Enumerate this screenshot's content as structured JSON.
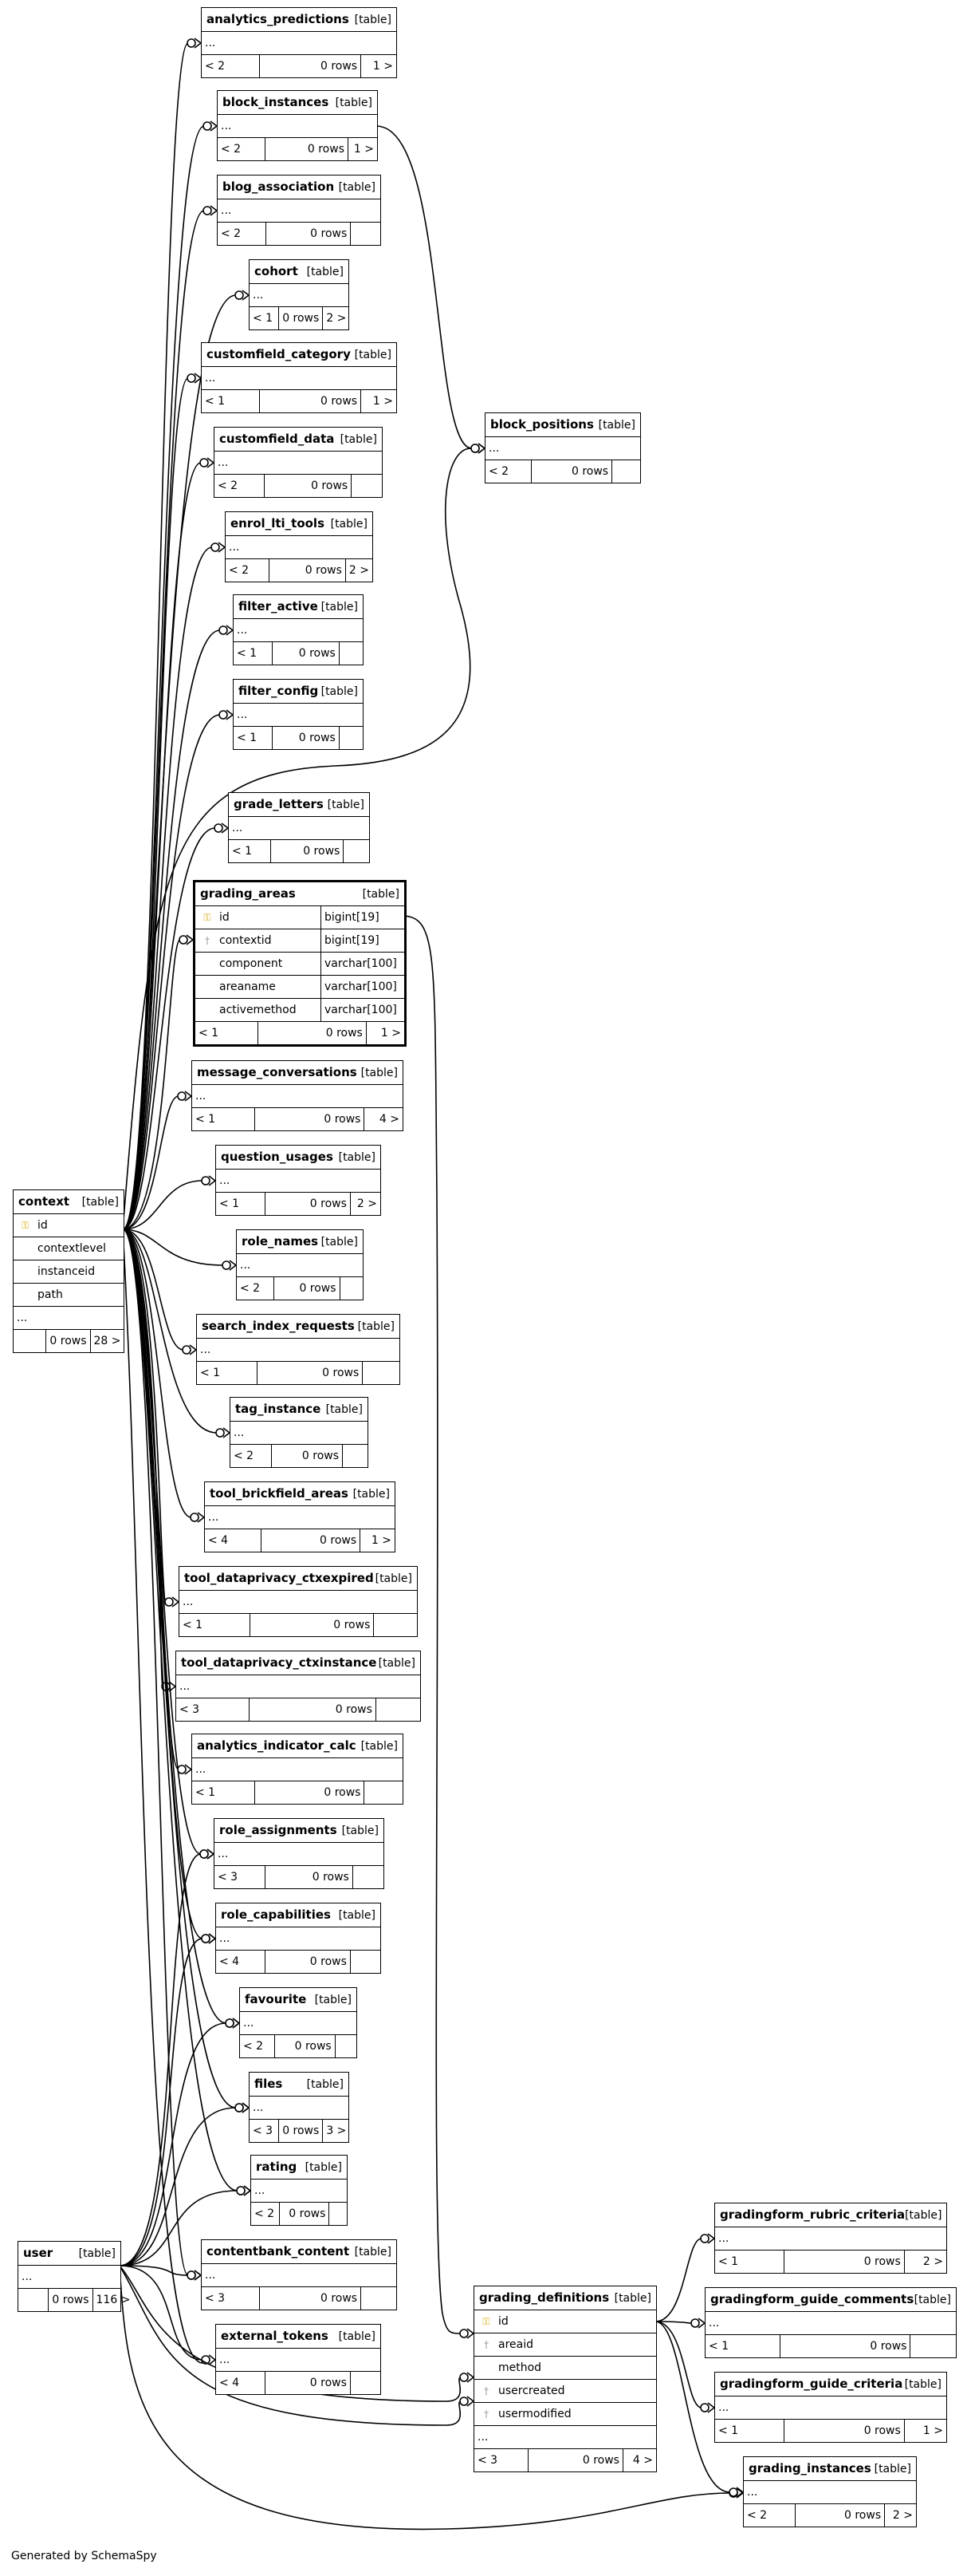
{
  "footer": "Generated by SchemaSpy",
  "table_badge": "[table]",
  "ellipsis": "...",
  "tables": [
    {
      "id": "analytics_predictions",
      "name": "analytics_predictions",
      "left": "< 2",
      "rows": "0 rows",
      "right": "1 >"
    },
    {
      "id": "block_instances",
      "name": "block_instances",
      "left": "< 2",
      "rows": "0 rows",
      "right": "1 >"
    },
    {
      "id": "blog_association",
      "name": "blog_association",
      "left": "< 2",
      "rows": "0 rows",
      "right": ""
    },
    {
      "id": "cohort",
      "name": "cohort",
      "left": "< 1",
      "rows": "0 rows",
      "right": "2 >"
    },
    {
      "id": "customfield_category",
      "name": "customfield_category",
      "left": "< 1",
      "rows": "0 rows",
      "right": "1 >"
    },
    {
      "id": "customfield_data",
      "name": "customfield_data",
      "left": "< 2",
      "rows": "0 rows",
      "right": ""
    },
    {
      "id": "enrol_lti_tools",
      "name": "enrol_lti_tools",
      "left": "< 2",
      "rows": "0 rows",
      "right": "2 >"
    },
    {
      "id": "filter_active",
      "name": "filter_active",
      "left": "< 1",
      "rows": "0 rows",
      "right": ""
    },
    {
      "id": "filter_config",
      "name": "filter_config",
      "left": "< 1",
      "rows": "0 rows",
      "right": ""
    },
    {
      "id": "block_positions",
      "name": "block_positions",
      "left": "< 2",
      "rows": "0 rows",
      "right": ""
    },
    {
      "id": "grade_letters",
      "name": "grade_letters",
      "left": "< 1",
      "rows": "0 rows",
      "right": ""
    },
    {
      "id": "message_conversations",
      "name": "message_conversations",
      "left": "< 1",
      "rows": "0 rows",
      "right": "4 >"
    },
    {
      "id": "question_usages",
      "name": "question_usages",
      "left": "< 1",
      "rows": "0 rows",
      "right": "2 >"
    },
    {
      "id": "role_names",
      "name": "role_names",
      "left": "< 2",
      "rows": "0 rows",
      "right": ""
    },
    {
      "id": "search_index_requests",
      "name": "search_index_requests",
      "left": "< 1",
      "rows": "0 rows",
      "right": ""
    },
    {
      "id": "tag_instance",
      "name": "tag_instance",
      "left": "< 2",
      "rows": "0 rows",
      "right": ""
    },
    {
      "id": "tool_brickfield_areas",
      "name": "tool_brickfield_areas",
      "left": "< 4",
      "rows": "0 rows",
      "right": "1 >"
    },
    {
      "id": "tool_dataprivacy_ctxexpired",
      "name": "tool_dataprivacy_ctxexpired",
      "left": "< 1",
      "rows": "0 rows",
      "right": ""
    },
    {
      "id": "tool_dataprivacy_ctxinstance",
      "name": "tool_dataprivacy_ctxinstance",
      "left": "< 3",
      "rows": "0 rows",
      "right": ""
    },
    {
      "id": "analytics_indicator_calc",
      "name": "analytics_indicator_calc",
      "left": "< 1",
      "rows": "0 rows",
      "right": ""
    },
    {
      "id": "role_assignments",
      "name": "role_assignments",
      "left": "< 3",
      "rows": "0 rows",
      "right": ""
    },
    {
      "id": "role_capabilities",
      "name": "role_capabilities",
      "left": "< 4",
      "rows": "0 rows",
      "right": ""
    },
    {
      "id": "favourite",
      "name": "favourite",
      "left": "< 2",
      "rows": "0 rows",
      "right": ""
    },
    {
      "id": "files",
      "name": "files",
      "left": "< 3",
      "rows": "0 rows",
      "right": "3 >"
    },
    {
      "id": "rating",
      "name": "rating",
      "left": "< 2",
      "rows": "0 rows",
      "right": ""
    },
    {
      "id": "contentbank_content",
      "name": "contentbank_content",
      "left": "< 3",
      "rows": "0 rows",
      "right": ""
    },
    {
      "id": "external_tokens",
      "name": "external_tokens",
      "left": "< 4",
      "rows": "0 rows",
      "right": ""
    },
    {
      "id": "user",
      "name": "user",
      "left": "",
      "rows": "0 rows",
      "right": "116 >"
    },
    {
      "id": "gradingform_rubric_criteria",
      "name": "gradingform_rubric_criteria",
      "left": "< 1",
      "rows": "0 rows",
      "right": "2 >"
    },
    {
      "id": "gradingform_guide_comments",
      "name": "gradingform_guide_comments",
      "left": "< 1",
      "rows": "0 rows",
      "right": ""
    },
    {
      "id": "gradingform_guide_criteria",
      "name": "gradingform_guide_criteria",
      "left": "< 1",
      "rows": "0 rows",
      "right": "1 >"
    },
    {
      "id": "grading_instances",
      "name": "grading_instances",
      "left": "< 2",
      "rows": "0 rows",
      "right": "2 >"
    }
  ],
  "grading_areas": {
    "name": "grading_areas",
    "columns": [
      {
        "name": "id",
        "type": "bigint[19]",
        "key": "pk"
      },
      {
        "name": "contextid",
        "type": "bigint[19]",
        "key": "fk"
      },
      {
        "name": "component",
        "type": "varchar[100]",
        "key": ""
      },
      {
        "name": "areaname",
        "type": "varchar[100]",
        "key": ""
      },
      {
        "name": "activemethod",
        "type": "varchar[100]",
        "key": ""
      }
    ],
    "left": "< 1",
    "rows": "0 rows",
    "right": "1 >"
  },
  "context": {
    "name": "context",
    "columns": [
      {
        "name": "id",
        "key": "pk"
      },
      {
        "name": "contextlevel",
        "key": ""
      },
      {
        "name": "instanceid",
        "key": ""
      },
      {
        "name": "path",
        "key": ""
      }
    ],
    "left": "",
    "rows": "0 rows",
    "right": "28 >"
  },
  "grading_definitions": {
    "name": "grading_definitions",
    "columns": [
      {
        "name": "id",
        "key": "pk"
      },
      {
        "name": "areaid",
        "key": "fk"
      },
      {
        "name": "method",
        "key": ""
      },
      {
        "name": "usercreated",
        "key": "fk"
      },
      {
        "name": "usermodified",
        "key": "fk"
      }
    ],
    "left": "< 3",
    "rows": "0 rows",
    "right": "4 >"
  }
}
